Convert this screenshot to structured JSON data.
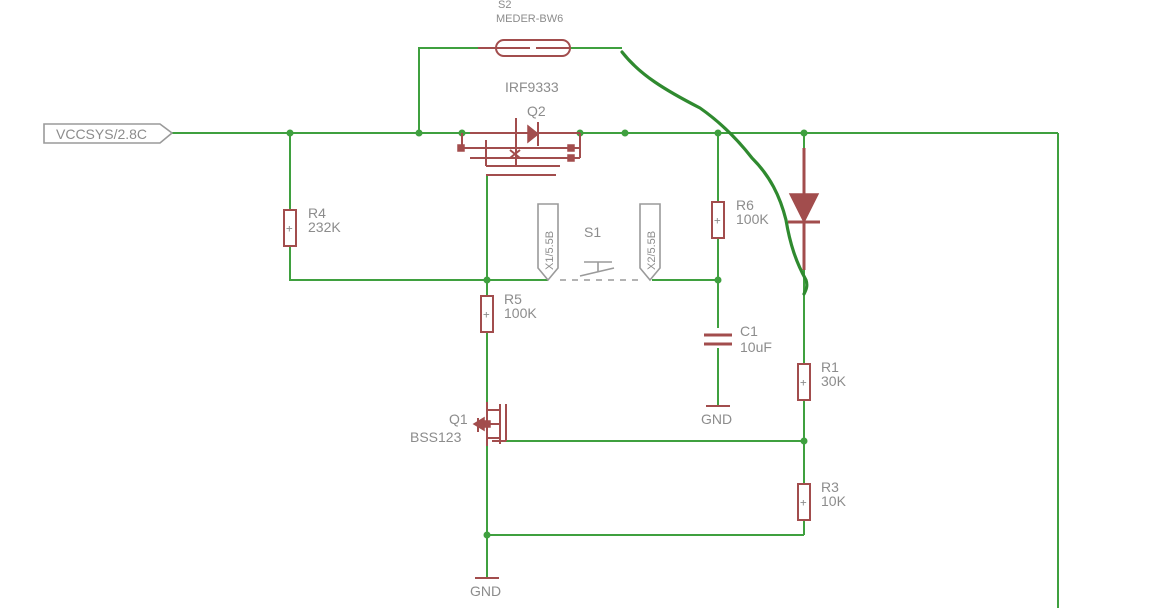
{
  "colors": {
    "wire": "#3fa03f",
    "component": "#a24d4d",
    "label": "#8c8c8c",
    "annotation": "#2f8a2f"
  },
  "labels": {
    "s2_name": "S2",
    "s2_value": "MEDER-BW6",
    "q2_value": "IRF9333",
    "q2_name": "Q2",
    "vcc": "VCCSYS/2.8C",
    "r4_name": "R4",
    "r4_value": "232K",
    "r6_name": "R6",
    "r6_value": "100K",
    "x1": "X1/5.5B",
    "x2": "X2/5.5B",
    "s1_name": "S1",
    "r5_name": "R5",
    "r5_value": "100K",
    "c1_name": "C1",
    "c1_value": "10uF",
    "gnd_c1": "GND",
    "r1_name": "R1",
    "r1_value": "30K",
    "q1_name": "Q1",
    "q1_value": "BSS123",
    "r3_name": "R3",
    "r3_value": "10K",
    "gnd_bottom": "GND"
  }
}
